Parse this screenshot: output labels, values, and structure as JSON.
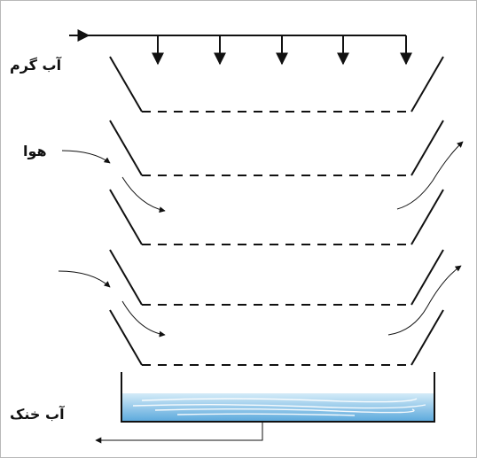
{
  "labels": {
    "hot_water": "آب گرم",
    "air": "هوا",
    "cool_water": "آب خنک"
  },
  "colors": {
    "frame": "#b8b8b8",
    "line": "#111111",
    "water_top": "#d4ebf8",
    "water_bottom": "#5aa8dc"
  }
}
